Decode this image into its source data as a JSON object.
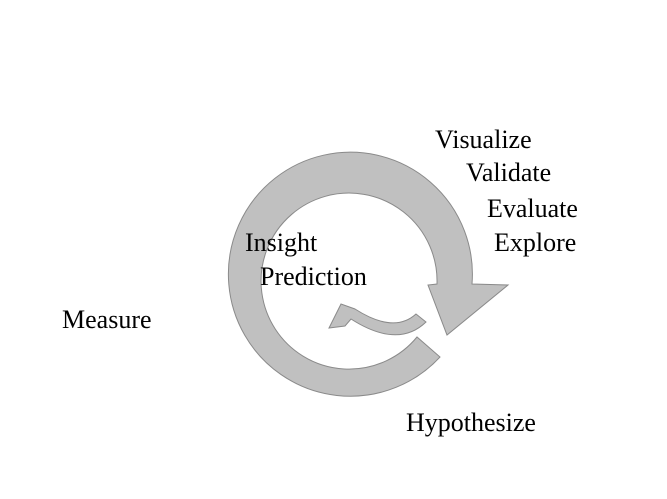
{
  "colors": {
    "arrow_fill": "#c0c0c0",
    "arrow_stroke": "#8a8a8a",
    "text": "#000000",
    "background": "#ffffff"
  },
  "labels": {
    "visualize": "Visualize",
    "validate": "Validate",
    "evaluate": "Evaluate",
    "explore": "Explore",
    "insight": "Insight",
    "prediction": "Prediction",
    "measure": "Measure",
    "hypothesize": "Hypothesize"
  }
}
